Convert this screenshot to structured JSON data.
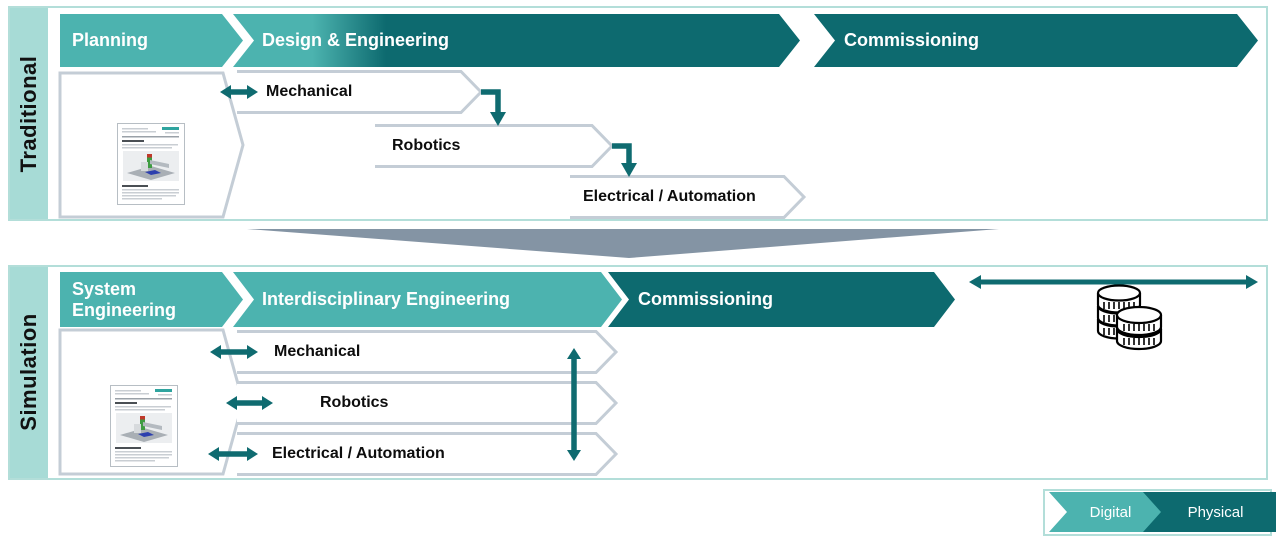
{
  "traditional": {
    "side_label": "Traditional",
    "phases": {
      "planning": "Planning",
      "design_engineering": "Design & Engineering",
      "commissioning": "Commissioning"
    },
    "disciplines": {
      "mechanical": "Mechanical",
      "robotics": "Robotics",
      "electrical": "Electrical / Automation"
    }
  },
  "simulation": {
    "side_label": "Simulation",
    "phases": {
      "system_engineering": "System Engineering",
      "interdisciplinary_engineering": "Interdisciplinary Engineering",
      "commissioning": "Commissioning"
    },
    "disciplines": {
      "mechanical": "Mechanical",
      "robotics": "Robotics",
      "electrical": "Electrical / Automation"
    }
  },
  "legend": {
    "digital": "Digital",
    "physical": "Physical"
  },
  "icons": {
    "coins": "coins-icon",
    "document_traditional": "document-thumbnail",
    "document_simulation": "document-thumbnail",
    "funnel": "funnel-arrow"
  },
  "colors": {
    "teal_light": "#a7dbd6",
    "teal_medium": "#4cb3af",
    "teal_dark": "#0d6a6f",
    "line_gray": "#c4cdd6",
    "funnel_gray": "#8494a4",
    "arrow_teal": "#0f6b70"
  }
}
